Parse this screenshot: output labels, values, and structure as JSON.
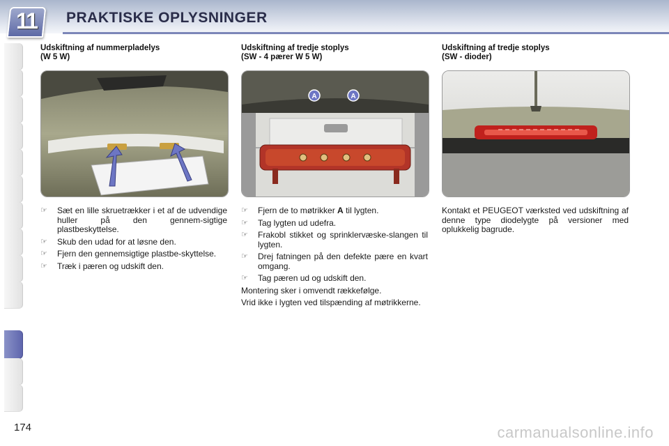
{
  "header": {
    "chapter_number": "11",
    "title": "PRAKTISKE OPLYSNINGER"
  },
  "columns": [
    {
      "heading_line1": "Udskiftning af nummerpladelys",
      "heading_line2": "(W 5 W)",
      "bullets": [
        "Sæt en lille skruetrækker i et af de udvendige huller på den gennem-sigtige plastbeskyttelse.",
        "Skub den udad for at løsne den.",
        "Fjern den gennemsigtige plastbe-skyttelse.",
        "Træk i pæren og udskift den."
      ]
    },
    {
      "heading_line1": "Udskiftning af tredje stoplys",
      "heading_line2": "(SW - 4 pærer W 5 W)",
      "figure_label": "A",
      "bullet1_pre": "Fjern de to møtrikker",
      "bullet1_bold": "A",
      "bullet1_post": "til lygten.",
      "bullets": [
        "Tag lygten ud udefra.",
        "Frakobl stikket og sprinklervæske-slangen til lygten.",
        "Drej fatningen på den defekte pære en kvart omgang.",
        "Tag pæren ud og udskift den."
      ],
      "paragraphs": [
        "Montering sker i omvendt rækkefølge.",
        "Vrid ikke i lygten ved tilspænding af møtrikkerne."
      ]
    },
    {
      "heading_line1": "Udskiftning af tredje stoplys",
      "heading_line2": "(SW - dioder)",
      "paragraph": "Kontakt et PEUGEOT værksted ved udskiftning af denne type diodelygte på versioner med oplukkelig bagrude."
    }
  ],
  "bullet_icon": "pointing-hand-icon",
  "page_number": "174",
  "watermark": "carmanualsonline.info",
  "colors": {
    "accent": "#6a73b4",
    "header_band": "#c4ccdc",
    "brake_light": "#c0211d"
  }
}
